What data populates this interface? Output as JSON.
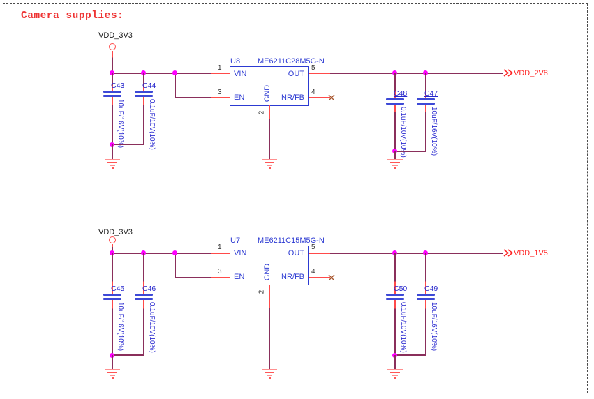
{
  "page": {
    "title": "Camera supplies:"
  },
  "colors": {
    "wire": "#8a2f5b",
    "pin_stub": "#ff4a4a",
    "junction": "#ff00ff",
    "component_blue": "#2c3ad2",
    "net_red": "#ff2222",
    "no_connect": "#a8562e"
  },
  "circuits": [
    {
      "input_net": "VDD_3V3",
      "output_net": "VDD_2V8",
      "ic": {
        "designator": "U8",
        "part_number": "ME6211C28M5G-N",
        "pins": [
          {
            "number": "1",
            "name": "VIN"
          },
          {
            "number": "3",
            "name": "EN"
          },
          {
            "number": "2",
            "name": "GND"
          },
          {
            "number": "5",
            "name": "OUT"
          },
          {
            "number": "4",
            "name": "NR/FB"
          }
        ]
      },
      "capacitors": [
        {
          "ref": "C43",
          "value": "10uF/16V(10%)"
        },
        {
          "ref": "C44",
          "value": "0.1uF/10V(10%)"
        },
        {
          "ref": "C48",
          "value": "0.1uF/10V(10%)"
        },
        {
          "ref": "C47",
          "value": "10uF/16V(10%)"
        }
      ]
    },
    {
      "input_net": "VDD_3V3",
      "output_net": "VDD_1V5",
      "ic": {
        "designator": "U7",
        "part_number": "ME6211C15M5G-N",
        "pins": [
          {
            "number": "1",
            "name": "VIN"
          },
          {
            "number": "3",
            "name": "EN"
          },
          {
            "number": "2",
            "name": "GND"
          },
          {
            "number": "5",
            "name": "OUT"
          },
          {
            "number": "4",
            "name": "NR/FB"
          }
        ]
      },
      "capacitors": [
        {
          "ref": "C45",
          "value": "10uF/16V(10%)"
        },
        {
          "ref": "C46",
          "value": "0.1uF/10V(10%)"
        },
        {
          "ref": "C50",
          "value": "0.1uF/10V(10%)"
        },
        {
          "ref": "C49",
          "value": "10uF/16V(10%)"
        }
      ]
    }
  ]
}
